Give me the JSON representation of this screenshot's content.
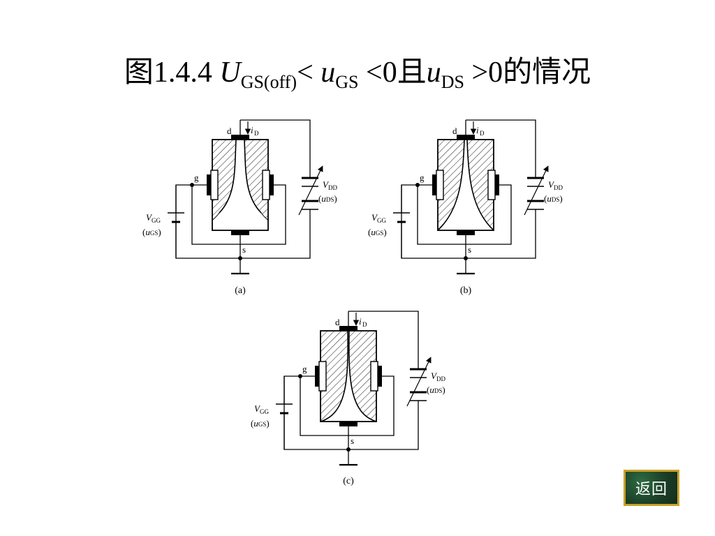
{
  "title": {
    "prefix": "图1.4.4 ",
    "u_upper": "U",
    "sub_gsoff": "GS(off)",
    "lt1": "< ",
    "u1": "u",
    "sub_gs": "GS",
    "lt0": " <0且",
    "u2": "u",
    "sub_ds": "DS",
    "gt0": " >0的情况"
  },
  "labels": {
    "d": "d",
    "g": "g",
    "s": "s",
    "i": "i",
    "i_sub": "D",
    "vdd_v": "V",
    "vdd_sub": "DD",
    "vds_open": "(",
    "vds_u": "u",
    "vds_sub": "DS",
    "vds_close": ")",
    "vgg_v": "V",
    "vgg_sub": "GG",
    "vgs_open": "(",
    "vgs_u": "u",
    "vgs_sub": "GS",
    "vgs_close": ")"
  },
  "panels": [
    {
      "caption": "(a)"
    },
    {
      "caption": "(b)"
    },
    {
      "caption": "(c)"
    }
  ],
  "back_button": {
    "label": "返回"
  },
  "colors": {
    "button_bg": "#1f4a2e",
    "button_border": "#c9a227"
  }
}
